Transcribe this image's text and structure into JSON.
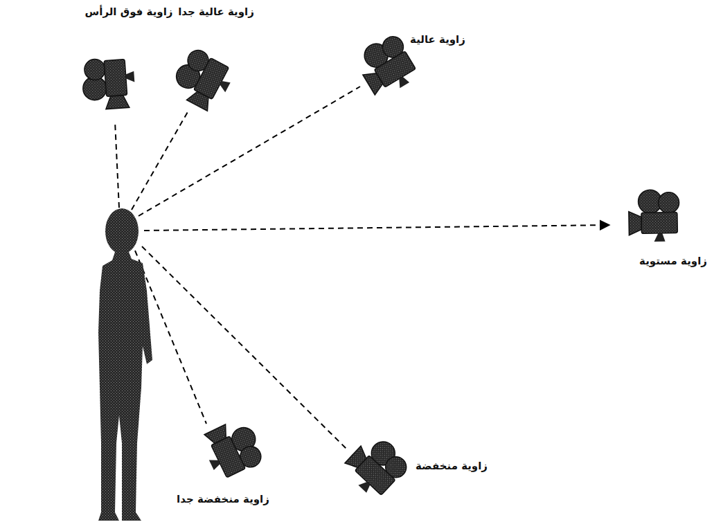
{
  "diagram": {
    "labels": [
      "زاوية فوق الرأس",
      "زاوية عالية جدا",
      "زاوية عالية",
      "زاوية مستوية",
      "زاوية منخفضة",
      "زاوية منخفضة جدا"
    ]
  }
}
